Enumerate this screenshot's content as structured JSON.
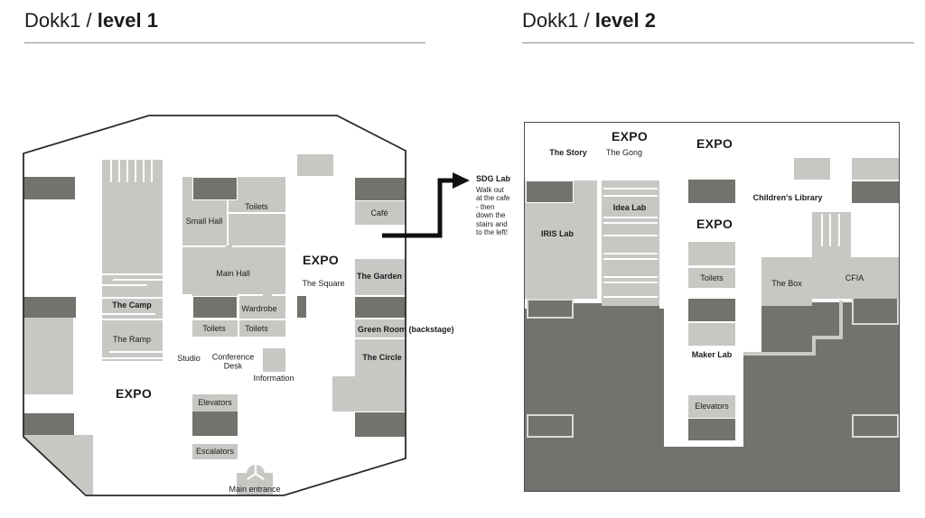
{
  "colors": {
    "light": "#c6c8c4",
    "dark": "#70746d",
    "text": "#1c1c1c",
    "line": "#2b2b2b",
    "rule": "#8f8f8f",
    "border": "#4a4d49",
    "step": "#c9cbc7"
  },
  "level1": {
    "title_prefix": "Dokk1 / ",
    "title_bold": "level 1",
    "rooms": {
      "small_hall": "Small Hall",
      "toilets_upper": "Toilets",
      "main_hall": "Main Hall",
      "wardrobe": "Wardrobe",
      "toilets_lower_left": "Toilets",
      "toilets_lower_right": "Toilets",
      "the_camp": "The Camp",
      "the_ramp": "The Ramp",
      "expo_center": "EXPO",
      "the_square": "The Square",
      "cafe": "Café",
      "the_garden": "The Garden",
      "green_room": "Green Room (backstage)",
      "the_circle": "The Circle",
      "studio": "Studio",
      "conference_desk": "Conference\nDesk",
      "information": "Information",
      "expo_west": "EXPO",
      "elevators": "Elevators",
      "escalators": "Escalators",
      "main_entrance": "Main entrance"
    },
    "sdg": {
      "title": "SDG Lab",
      "note": "Walk out\nat the cafe\n- then\ndown the\nstairs and\nto the left!"
    }
  },
  "level2": {
    "title_prefix": "Dokk1 / ",
    "title_bold": "level 2",
    "rooms": {
      "expo_nw": "EXPO",
      "the_story": "The Story",
      "the_gong": "The Gong",
      "expo_n": "EXPO",
      "expo_center": "EXPO",
      "iris_lab": "IRIS Lab",
      "idea_lab": "Idea Lab",
      "childrens_library": "Children's Library",
      "toilets": "Toilets",
      "maker_lab": "Maker Lab",
      "elevators": "Elevators",
      "the_box": "The Box",
      "cfia": "CFIA"
    }
  }
}
